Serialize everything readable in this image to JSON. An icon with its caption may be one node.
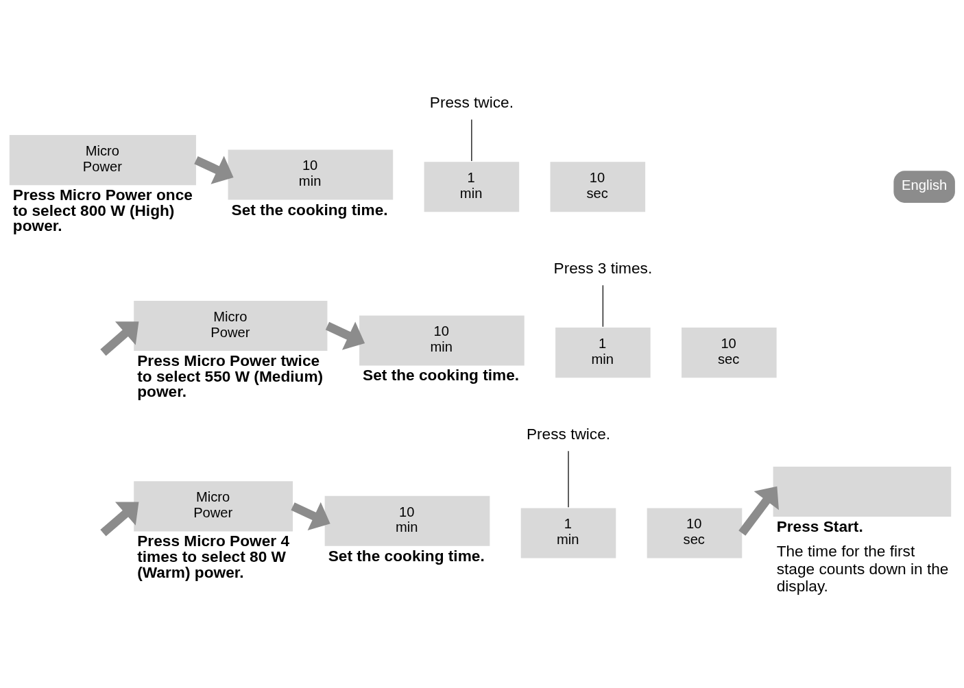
{
  "diagram": {
    "nodes": [
      {
        "text": [
          "Micro Power"
        ],
        "beside": [
          "Press Micro Power once to select 800 W (High) power."
        ]
      },
      {
        "text": [
          "Press twice."
        ]
      },
      {
        "text": [
          "10 min"
        ],
        "beside": [
          "Set the cooking time."
        ]
      },
      {
        "text": [
          "1 min"
        ]
      },
      {
        "text": [
          "10 sec"
        ]
      },
      {
        "text": [
          "Micro Power"
        ],
        "beside": [
          "Press Micro Power twice to select 550 W (Medium) power."
        ]
      },
      {
        "text": [
          "Press 3 times."
        ]
      },
      {
        "text": [
          "10 min"
        ],
        "beside": [
          "Set the cooking time."
        ]
      },
      {
        "text": [
          "1 min"
        ]
      },
      {
        "text": [
          "10 sec"
        ]
      },
      {
        "text": [
          "Micro Power"
        ],
        "beside": [
          "Press Micro Power 4 times to select 80 W (Warm) power."
        ]
      },
      {
        "text": [
          "Press twice."
        ]
      },
      {
        "text": [
          "10 min"
        ],
        "beside": [
          "Set the cooking time."
        ]
      },
      {
        "text": [
          "1 min"
        ]
      },
      {
        "text": [
          "10 sec"
        ]
      },
      {
        "text": [],
        "shape": "box",
        "beside": [
          "Press Start.",
          "The time for the first stage counts down in the display."
        ]
      }
    ],
    "edges": [
      {
        "from": 0,
        "to": 2,
        "arrow": "to"
      },
      {
        "from": 1,
        "to": 3,
        "arrow": "none",
        "color": "#000000"
      },
      {
        "from": null,
        "to": 5,
        "arrow": "to"
      },
      {
        "from": 5,
        "to": 7,
        "arrow": "to"
      },
      {
        "from": 6,
        "to": 8,
        "arrow": "none",
        "color": "#000000"
      },
      {
        "from": null,
        "to": 10,
        "arrow": "to"
      },
      {
        "from": 10,
        "to": 12,
        "arrow": "to"
      },
      {
        "from": 11,
        "to": 13,
        "arrow": "none",
        "color": "#000000"
      },
      {
        "from": 14,
        "to": 15,
        "arrow": "to"
      }
    ],
    "labels": [
      "English"
    ]
  }
}
